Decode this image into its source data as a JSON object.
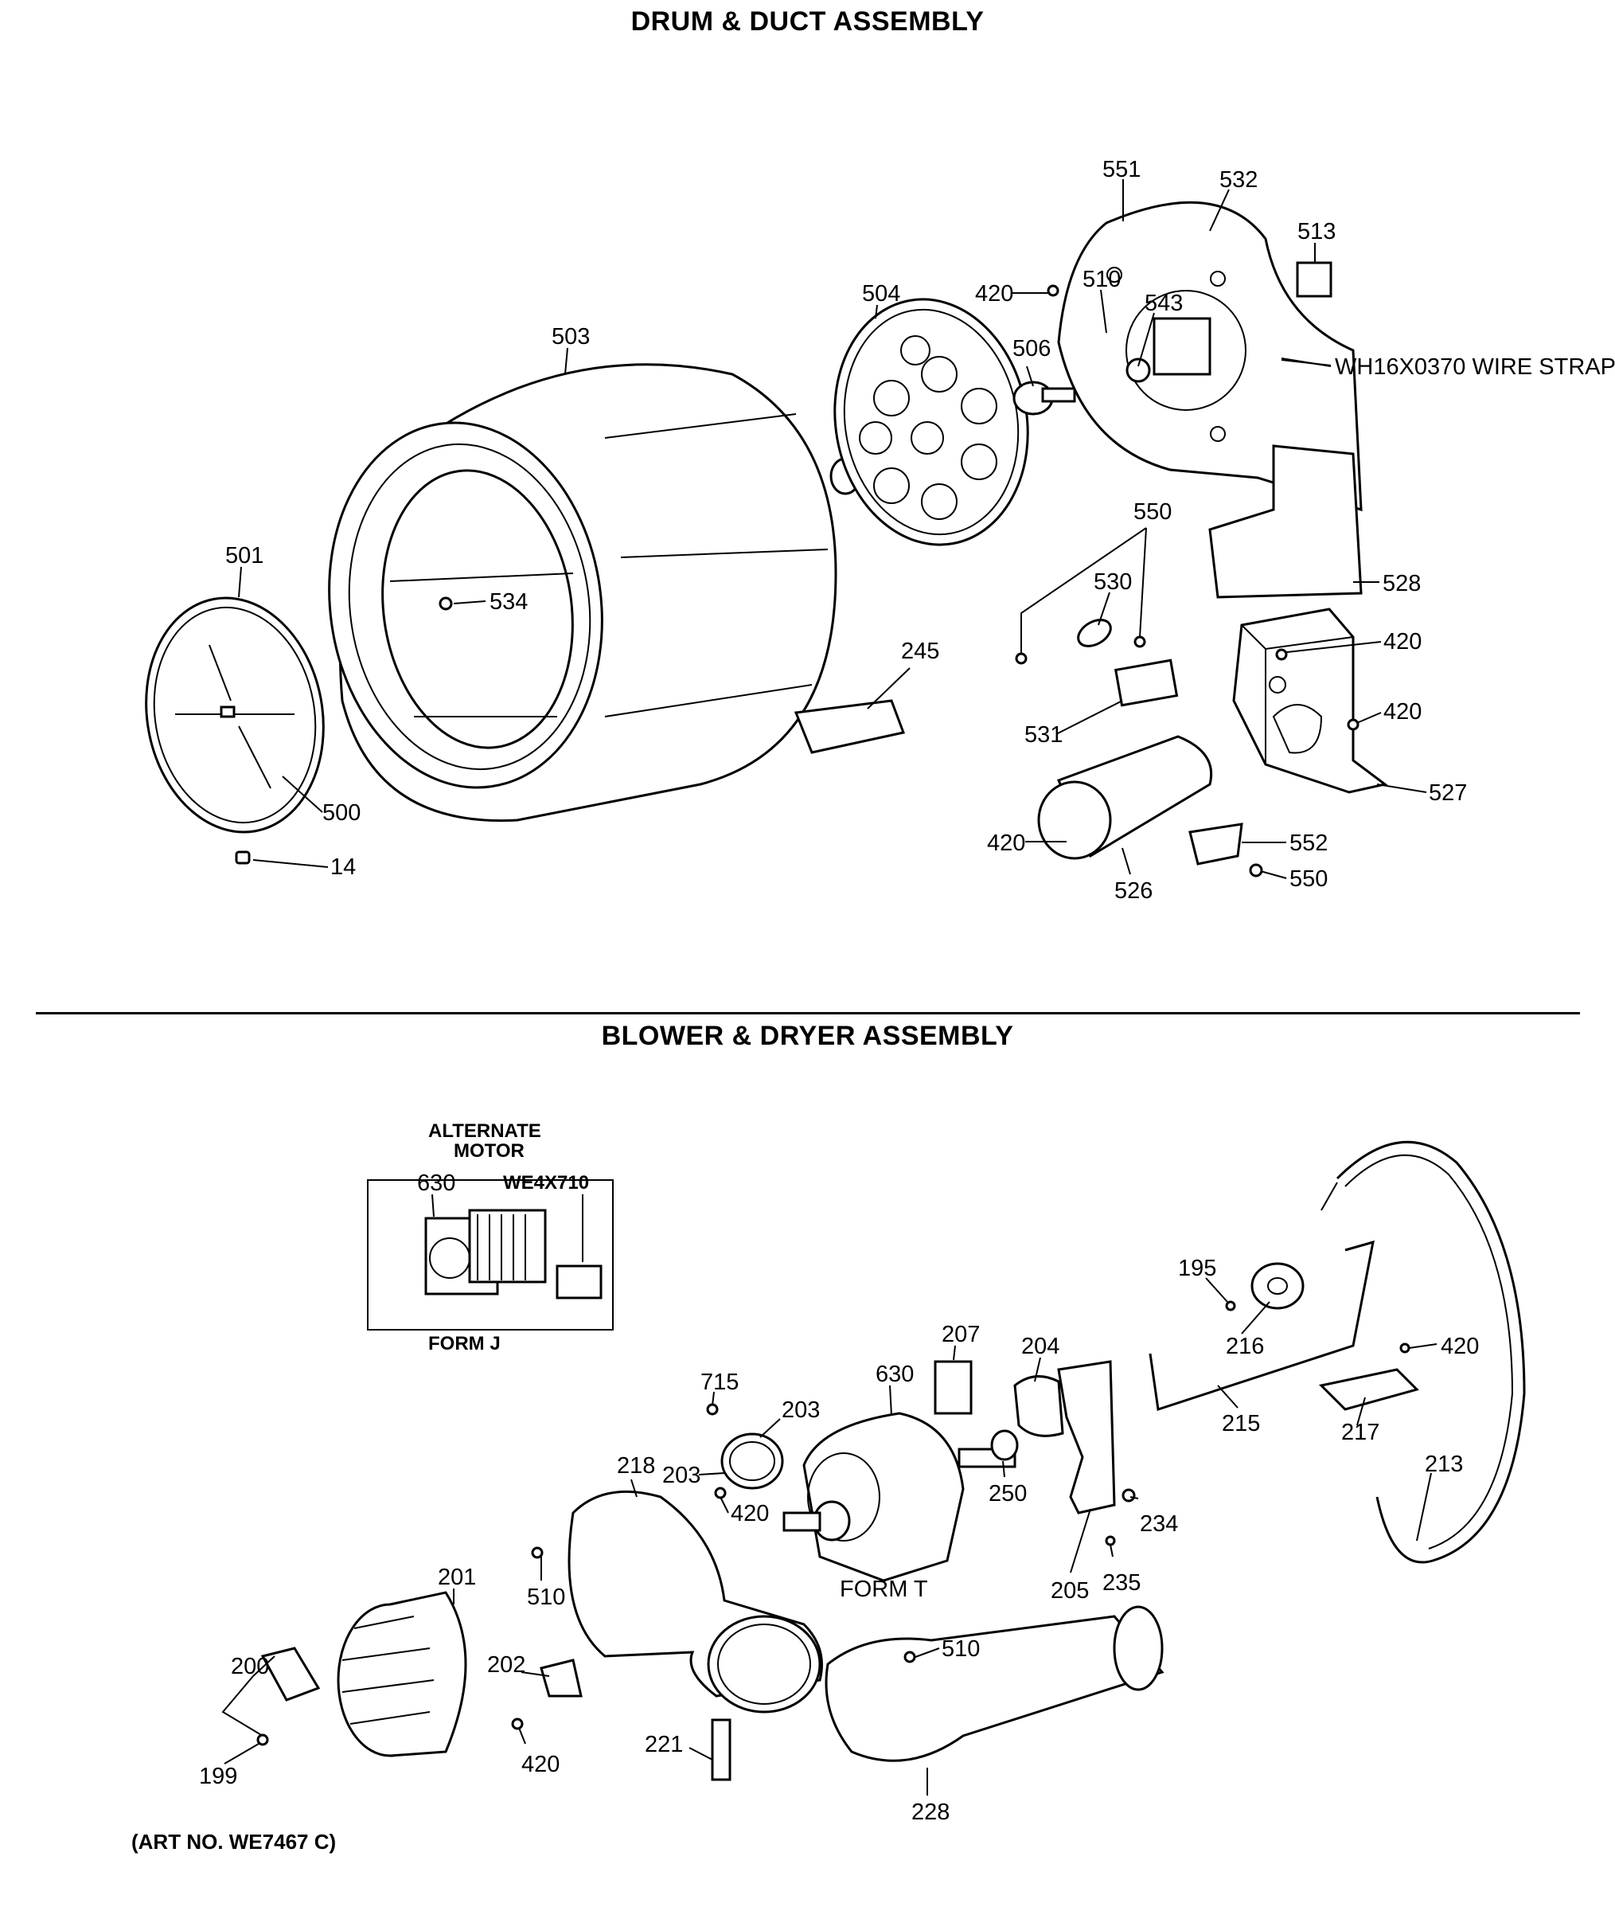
{
  "sections": {
    "drum_title": "DRUM & DUCT ASSEMBLY",
    "blower_title": "BLOWER & DRYER ASSEMBLY"
  },
  "inset": {
    "title_line1": "ALTERNATE",
    "title_line2": "MOTOR",
    "part_630": "630",
    "part_we4x710": "WE4X710",
    "form": "FORM J"
  },
  "callouts": {
    "c551": "551",
    "c532": "532",
    "c513": "513",
    "c420a": "420",
    "c510a": "510",
    "c543": "543",
    "c504": "504",
    "c506": "506",
    "c503": "503",
    "c_wirestrap": "WH16X0370 WIRE STRAP",
    "c550a": "550",
    "c530": "530",
    "c528": "528",
    "c501": "501",
    "c534": "534",
    "c245": "245",
    "c420b": "420",
    "c420c": "420",
    "c531": "531",
    "c527": "527",
    "c500": "500",
    "c14": "14",
    "c420d": "420",
    "c552": "552",
    "c550b": "550",
    "c526": "526",
    "c195": "195",
    "c216": "216",
    "c420e": "420",
    "c207": "207",
    "c204": "204",
    "c715": "715",
    "c630": "630",
    "c203a": "203",
    "c203b": "203",
    "c420f": "420",
    "c250": "250",
    "c218": "218",
    "c215": "215",
    "c217": "217",
    "c213": "213",
    "c234": "234",
    "c235": "235",
    "c205": "205",
    "c510b": "510",
    "c201": "201",
    "c200": "200",
    "c202": "202",
    "c510c": "510",
    "c420g": "420",
    "c199": "199",
    "c221": "221",
    "c228": "228",
    "c_formt": "FORM T"
  },
  "footer": "(ART NO. WE7467 C)"
}
